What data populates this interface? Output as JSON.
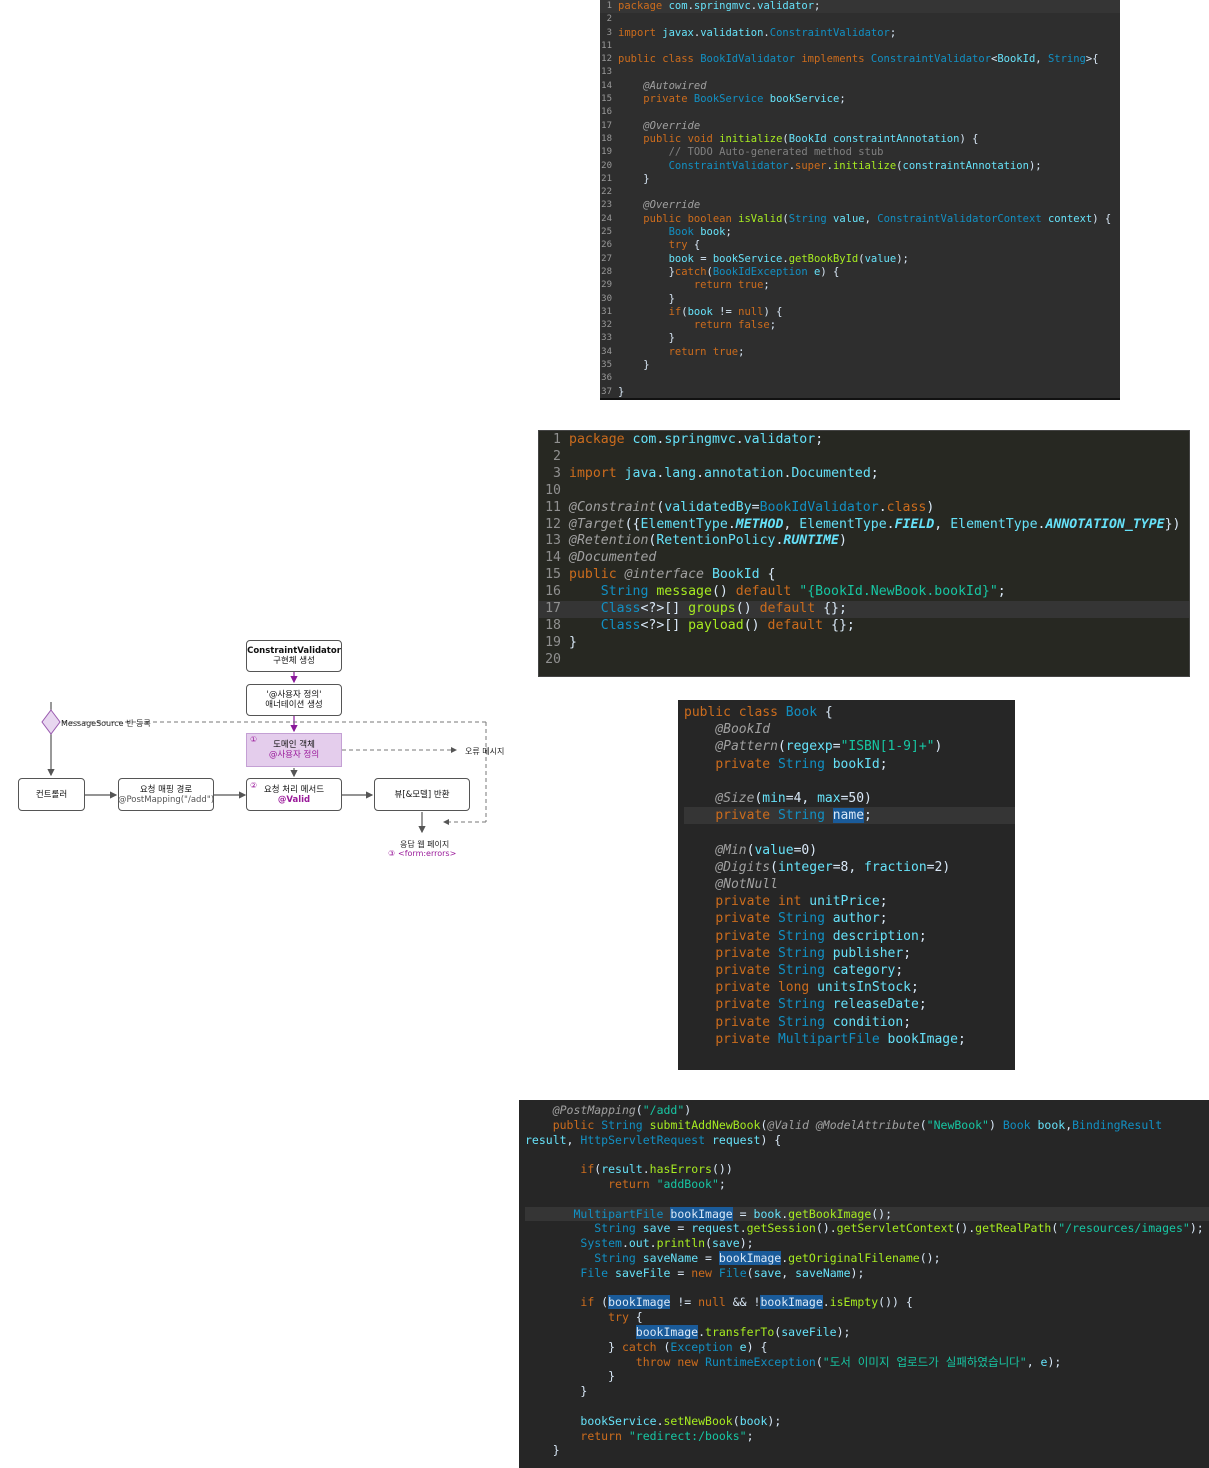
{
  "panel1": {
    "lines": [
      {
        "n": "1",
        "c": "package com.springmvc.validator;"
      },
      {
        "n": "2",
        "c": ""
      },
      {
        "n": "3",
        "c": "import javax.validation.ConstraintValidator;"
      },
      {
        "n": "11",
        "c": ""
      },
      {
        "n": "12",
        "c": "public class BookIdValidator implements ConstraintValidator<BookId, String>{"
      },
      {
        "n": "13",
        "c": ""
      },
      {
        "n": "14",
        "c": "    @Autowired"
      },
      {
        "n": "15",
        "c": "    private BookService bookService;"
      },
      {
        "n": "16",
        "c": ""
      },
      {
        "n": "17",
        "c": "    @Override"
      },
      {
        "n": "18",
        "c": "    public void initialize(BookId constraintAnnotation) {"
      },
      {
        "n": "19",
        "c": "        // TODO Auto-generated method stub"
      },
      {
        "n": "20",
        "c": "        ConstraintValidator.super.initialize(constraintAnnotation);"
      },
      {
        "n": "21",
        "c": "    }"
      },
      {
        "n": "22",
        "c": ""
      },
      {
        "n": "23",
        "c": "    @Override"
      },
      {
        "n": "24",
        "c": "    public boolean isValid(String value, ConstraintValidatorContext context) {"
      },
      {
        "n": "25",
        "c": "        Book book;"
      },
      {
        "n": "26",
        "c": "        try {"
      },
      {
        "n": "27",
        "c": "        book = bookService.getBookById(value);"
      },
      {
        "n": "28",
        "c": "        }catch(BookIdException e) {"
      },
      {
        "n": "29",
        "c": "            return true;"
      },
      {
        "n": "30",
        "c": "        }"
      },
      {
        "n": "31",
        "c": "        if(book != null) {"
      },
      {
        "n": "32",
        "c": "            return false;"
      },
      {
        "n": "33",
        "c": "        }"
      },
      {
        "n": "34",
        "c": "        return true;"
      },
      {
        "n": "35",
        "c": "    }"
      },
      {
        "n": "36",
        "c": ""
      },
      {
        "n": "37",
        "c": "}"
      }
    ]
  },
  "panel2": {
    "lines": [
      {
        "n": "1",
        "c": "package com.springmvc.validator;"
      },
      {
        "n": "2",
        "c": ""
      },
      {
        "n": "3",
        "c": "import java.lang.annotation.Documented;"
      },
      {
        "n": "10",
        "c": ""
      },
      {
        "n": "11",
        "c": "@Constraint(validatedBy=BookIdValidator.class)"
      },
      {
        "n": "12",
        "c": "@Target({ElementType.METHOD, ElementType.FIELD, ElementType.ANNOTATION_TYPE})"
      },
      {
        "n": "13",
        "c": "@Retention(RetentionPolicy.RUNTIME)"
      },
      {
        "n": "14",
        "c": "@Documented"
      },
      {
        "n": "15",
        "c": "public @interface BookId {"
      },
      {
        "n": "16",
        "c": "    String message() default \"{BookId.NewBook.bookId}\";"
      },
      {
        "n": "17",
        "c": "    Class<?>[] groups() default {};"
      },
      {
        "n": "18",
        "c": "    Class<?>[] payload() default {};"
      },
      {
        "n": "19",
        "c": "}"
      },
      {
        "n": "20",
        "c": ""
      }
    ]
  },
  "panel3": {
    "lines": [
      "public class Book {",
      "    @BookId",
      "    @Pattern(regexp=\"ISBN[1-9]+\")",
      "    private String bookId;",
      "",
      "    @Size(min=4, max=50)",
      "    private String name;",
      "",
      "    @Min(value=0)",
      "    @Digits(integer=8, fraction=2)",
      "    @NotNull",
      "    private int unitPrice;",
      "    private String author;",
      "    private String description;",
      "    private String publisher;",
      "    private String category;",
      "    private long unitsInStock;",
      "    private String releaseDate;",
      "    private String condition;",
      "    private MultipartFile bookImage;"
    ]
  },
  "panel4": {
    "lines": [
      "    @PostMapping(\"/add\")",
      "    public String submitAddNewBook(@Valid @ModelAttribute(\"NewBook\") Book book,BindingResult",
      "result, HttpServletRequest request) {",
      "",
      "        if(result.hasErrors())",
      "            return \"addBook\";",
      "",
      "       MultipartFile bookImage = book.getBookImage();",
      "          String save = request.getSession().getServletContext().getRealPath(\"/resources/images\");",
      "        System.out.println(save);",
      "          String saveName = bookImage.getOriginalFilename();",
      "        File saveFile = new File(save, saveName);",
      "",
      "        if (bookImage != null && !bookImage.isEmpty()) {",
      "            try {",
      "                bookImage.transferTo(saveFile);",
      "            } catch (Exception e) {",
      "                throw new RuntimeException(\"도서 이미지 업로드가 실패하였습니다\", e);",
      "            }",
      "        }",
      "",
      "        bookService.setNewBook(book);",
      "        return \"redirect:/books\";",
      "    }"
    ]
  },
  "diagram": {
    "constraint_validator_1": "ConstraintValidator",
    "constraint_validator_2": "구현체 생성",
    "annotation_1": "'@사용자 정의'",
    "annotation_2": "애너테이션 생성",
    "message_source": "MessageSource 빈 등록",
    "domain_1": "도메인 객체",
    "domain_2": "@사용자 정의",
    "error_message": "오류 메시지",
    "controller": "컨트롤러",
    "mapping_1": "요청 매핑 경로",
    "mapping_2": "@PostMapping(\"/add\")",
    "handler_1": "요청 처리 메서드",
    "handler_2": "@Valid",
    "view_return": "뷰[&모델] 반환",
    "form_page_1": "응답 웹 페이지",
    "form_page_2": "<form:errors>",
    "step1": "①",
    "step2": "②",
    "step3": "③"
  }
}
